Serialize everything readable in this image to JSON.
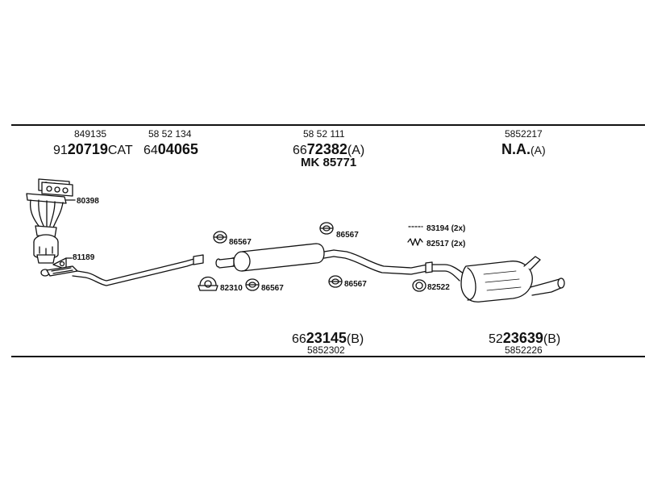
{
  "top_row": [
    {
      "small": "849135",
      "prefix": "91",
      "bold": "20719",
      "suffix": "CAT"
    },
    {
      "small": "58 52 134",
      "prefix": "64",
      "bold": "04065",
      "suffix": ""
    },
    {
      "small": "58 52 111",
      "prefix": "66",
      "bold": "72382",
      "suffix": "(A)",
      "extra": "MK  85771"
    },
    {
      "small": "5852217",
      "bold": "N.A.",
      "suffix": "(A)"
    }
  ],
  "bottom_row": [
    {
      "prefix": "66",
      "bold": "23145",
      "suffix": "(B)",
      "small": "5852302"
    },
    {
      "prefix": "52",
      "bold": "23639",
      "suffix": "(B)",
      "small": "5852226"
    }
  ],
  "part_labels": {
    "p80398": "80398",
    "p81189": "81189",
    "p86567a": "86567",
    "p82310": "82310",
    "p86567b": "86567",
    "p86567c": "86567",
    "p86567d": "86567",
    "p83194": "83194 (2x)",
    "p82517": "82517 (2x)",
    "p82522": "82522"
  }
}
